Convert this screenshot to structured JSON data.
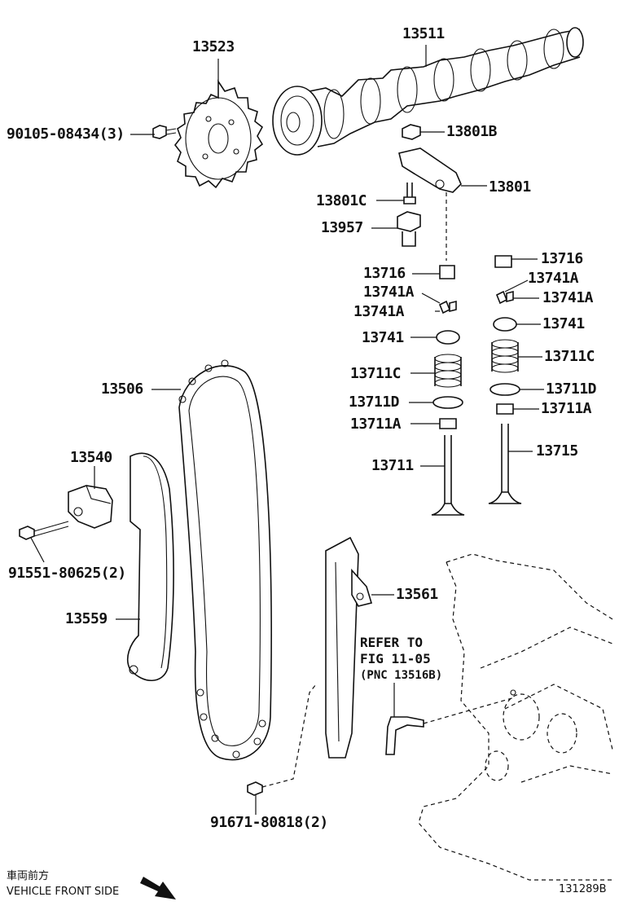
{
  "diagram": {
    "figure_code": "131289B",
    "front_label_jp": "車両前方",
    "front_label_en": "VEHICLE FRONT SIDE",
    "refer_note": {
      "line1": "REFER TO",
      "line2": "FIG 11-05",
      "line3": "(PNC 13516B)"
    },
    "callouts": {
      "c13523": "13523",
      "c13511": "13511",
      "c90105": "90105-08434(3)",
      "c13801B": "13801B",
      "c13801": "13801",
      "c13801C": "13801C",
      "c13957": "13957",
      "c13716_l": "13716",
      "c13741A_l1": "13741A",
      "c13741A_l2": "13741A",
      "c13741_l": "13741",
      "c13711C_l": "13711C",
      "c13711D_l": "13711D",
      "c13711A_l": "13711A",
      "c13711": "13711",
      "c13716_r": "13716",
      "c13741A_r1": "13741A",
      "c13741A_r2": "13741A",
      "c13741_r": "13741",
      "c13711C_r": "13711C",
      "c13711D_r": "13711D",
      "c13711A_r": "13711A",
      "c13715": "13715",
      "c13506": "13506",
      "c13540": "13540",
      "c91551": "91551-80625(2)",
      "c13559": "13559",
      "c13561": "13561",
      "c91671": "91671-80818(2)"
    }
  }
}
